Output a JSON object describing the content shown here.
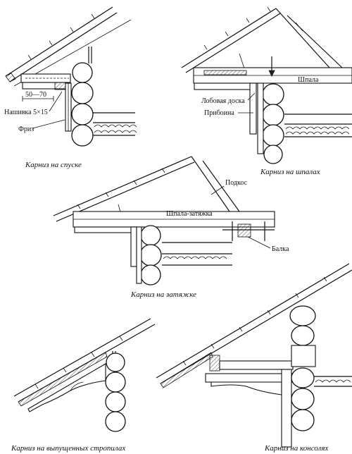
{
  "colors": {
    "ink": "#111111",
    "paper": "#ffffff"
  },
  "diagram_1": {
    "caption": "Карниз на спуске",
    "labels": {
      "dimension": "50—70",
      "sheathing": "Нашивка 5×15",
      "frieze": "Фриз"
    }
  },
  "diagram_2": {
    "caption": "Карниз на шпалах",
    "labels": {
      "sleeper": "Шпала",
      "fascia": "Лобовая доска",
      "soffit_board": "Прибоина"
    }
  },
  "diagram_3": {
    "caption": "Карниз на затяжке",
    "labels": {
      "strut": "Подкос",
      "tie_sleeper": "Шпала-затяжка",
      "beam": "Балка"
    }
  },
  "diagram_4": {
    "caption": "Карниз на выпущенных стропилах"
  },
  "diagram_5": {
    "caption": "Карниз на консолях"
  }
}
